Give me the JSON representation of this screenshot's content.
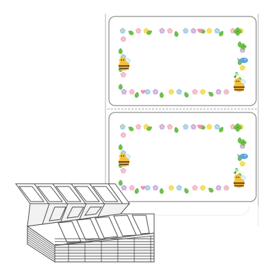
{
  "product": {
    "icons": {
      "frame": "floral-border",
      "character": "bee-icon",
      "bird": "bluebird-icon",
      "clover": "clover-icon",
      "heart": "heart-icon",
      "music": "music-note-icon"
    },
    "colors": {
      "leaf": "#6cbf4b",
      "leaf_dark": "#4e9f35",
      "flower_blue": "#9fcfee",
      "flower_purple": "#c8b0e8",
      "flower_pink": "#f2b6d3",
      "flower_yellow": "#f4db5c",
      "heart_pink": "#f08fb8",
      "bee_yellow": "#f3c23b",
      "bee_brown": "#7a4b2a",
      "bird_blue": "#5ea6db",
      "outline_gray": "#8f8f8f"
    },
    "labels": [
      {
        "id": "label-1"
      },
      {
        "id": "label-2"
      }
    ]
  }
}
